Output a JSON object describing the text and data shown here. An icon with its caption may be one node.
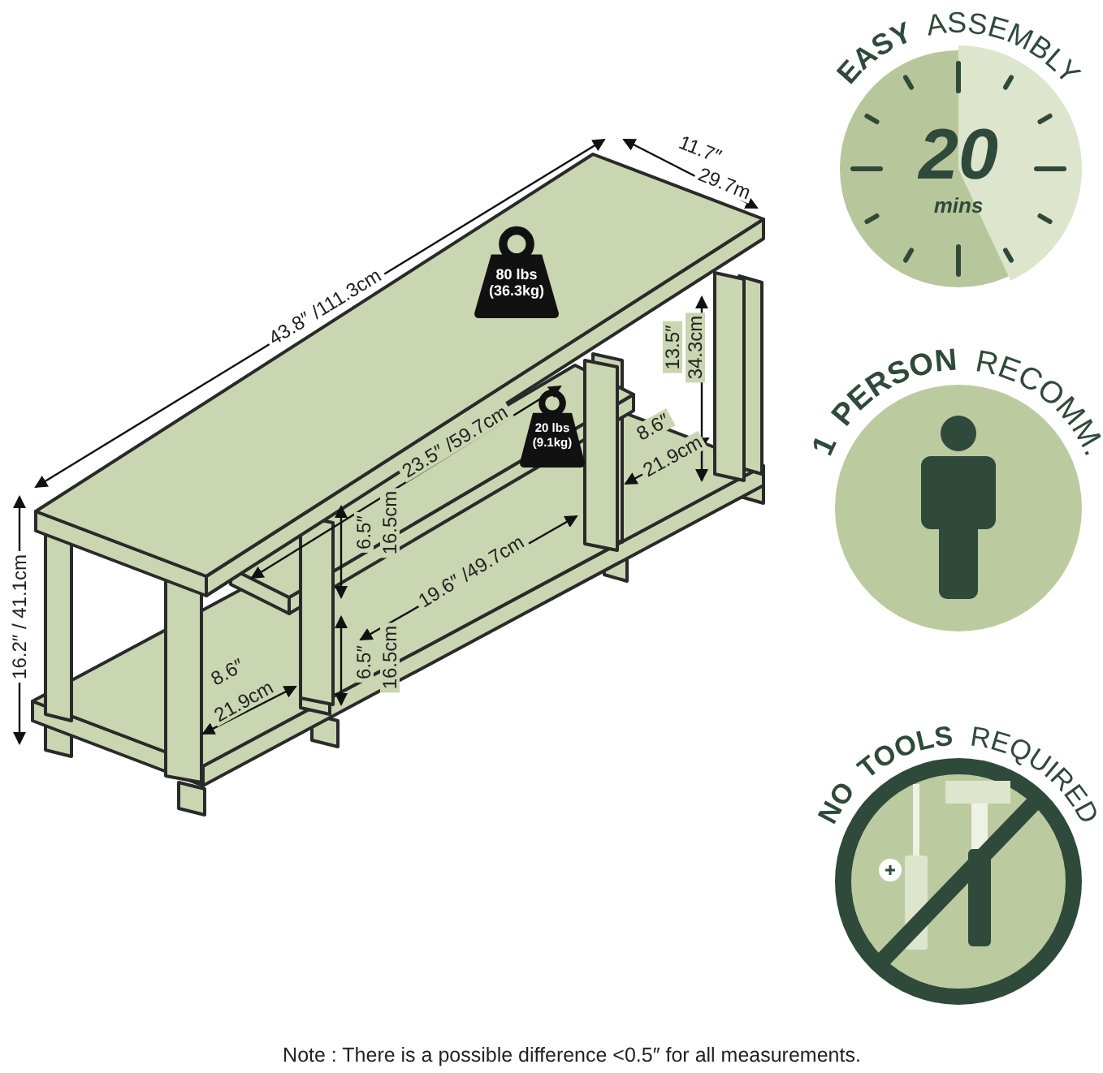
{
  "diagram": {
    "nodes": [
      {
        "text": [
          "80 lbs (36.3kg)"
        ]
      },
      {
        "text": [
          "20 lbs (9.1kg)"
        ]
      },
      {
        "text": [
          "**EASY** ASSEMBLY",
          "20",
          "mins"
        ]
      },
      {
        "text": [
          "**1 PERSON** RECOMM."
        ]
      },
      {
        "text": [
          "**NO TOOLS** REQUIRED"
        ]
      }
    ],
    "labels": [
      "11.7″",
      "29.7m",
      "43.8″ /111.3cm",
      "13.5″",
      "34.3cm",
      "23.5″ /59.7cm",
      "8.6″",
      "21.9cm",
      "6.5″",
      "16.5cm",
      "19.6″ /49.7cm",
      "16.2″ / 41.1cm",
      "8.6″",
      "21.9cm",
      "6.5″",
      "16.5cm",
      "Note : There is a possible difference <0.5″ for all measurements."
    ]
  }
}
